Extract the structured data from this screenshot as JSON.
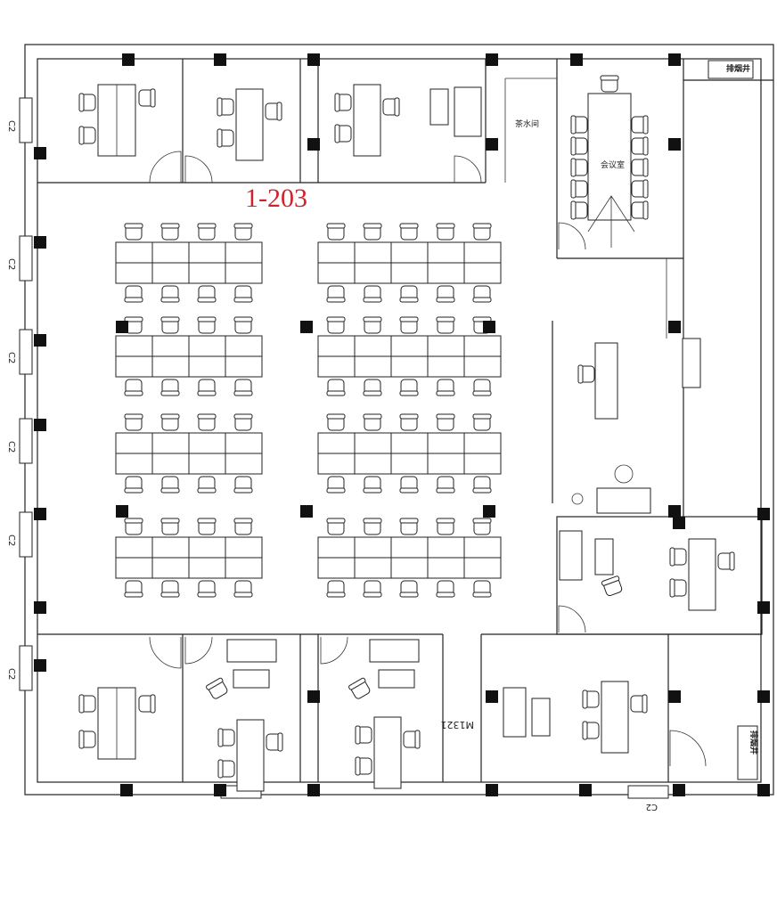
{
  "unit_label": "1-203",
  "rooms": {
    "pantry": "茶水间",
    "meeting_room": "会议室",
    "shaft_top": "排烟井",
    "shaft_bottom": "排烟井"
  },
  "window_label": "C2",
  "door_label": "M1321",
  "colors": {
    "unit_label": "#d0222a",
    "line": "#222222",
    "column": "#111111"
  }
}
